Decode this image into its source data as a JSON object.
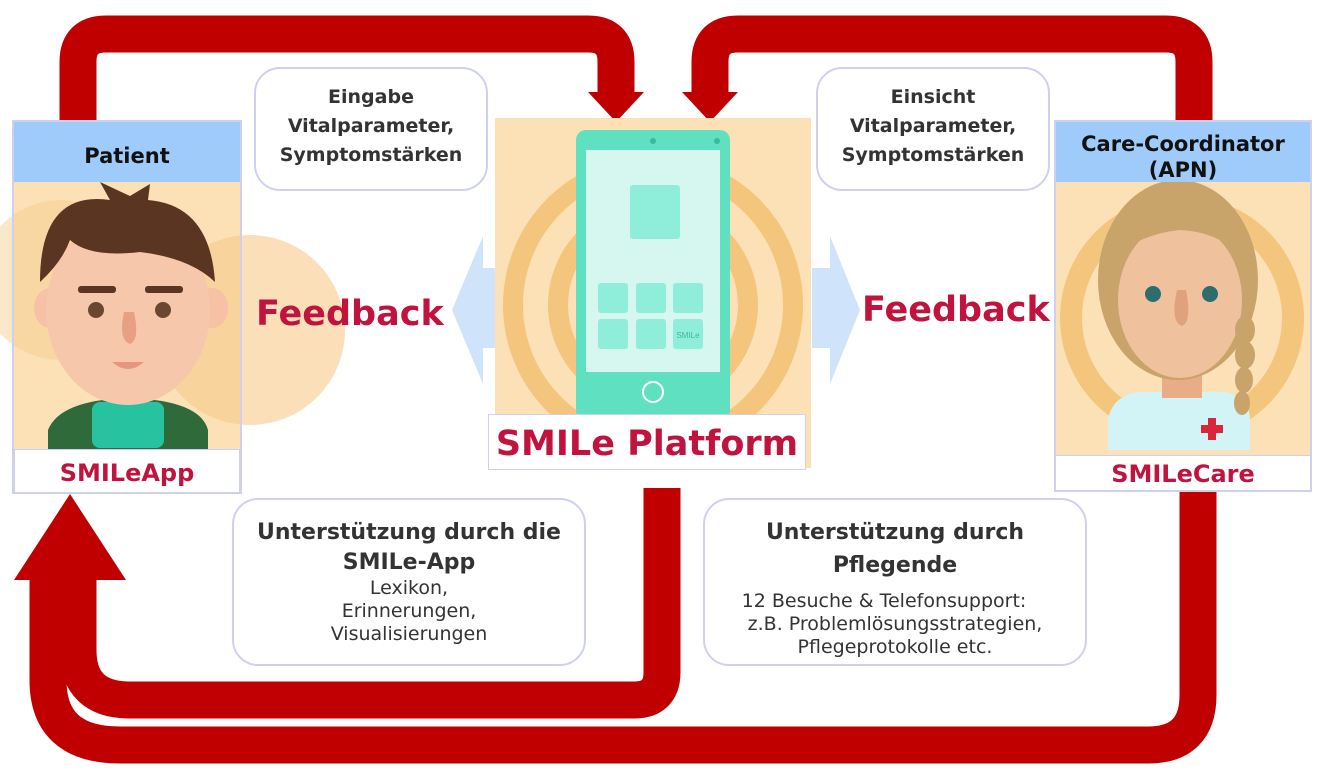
{
  "patient": {
    "title": "Patient",
    "app_label": "SMILeApp"
  },
  "care": {
    "title_line1": "Care-Coordinator",
    "title_line2": "(APN)",
    "app_label": "SMILeCare"
  },
  "platform": {
    "label": "SMILe Platform",
    "phone_text": "SMILe"
  },
  "feedback_left": "Feedback",
  "feedback_right": "Feedback",
  "callout_input": {
    "line1": "Eingabe",
    "line2": "Vitalparameter,",
    "line3": "Symptomstärken"
  },
  "callout_view": {
    "line1": "Einsicht",
    "line2": "Vitalparameter,",
    "line3": "Symptomstärken"
  },
  "support_app": {
    "heading1": "Unterstützung durch die",
    "heading2": "SMILe-App",
    "items": [
      "Lexikon,",
      "Erinnerungen,",
      "Visualisierungen"
    ]
  },
  "support_nurse": {
    "heading1": "Unterstützung durch",
    "heading2": "Pflegende",
    "items": [
      "12 Besuche & Telefonsupport:",
      "z.B. Problemlösungsstrategien,",
      "Pflegeprotokolle etc."
    ]
  },
  "colors": {
    "arrow": "#c00000",
    "accent_text": "#c0133e",
    "header_blue": "#9fcbfa",
    "light_arrow": "#cfe4fb"
  },
  "icons": [
    "patient-avatar",
    "nurse-avatar",
    "smartphone-icon"
  ]
}
